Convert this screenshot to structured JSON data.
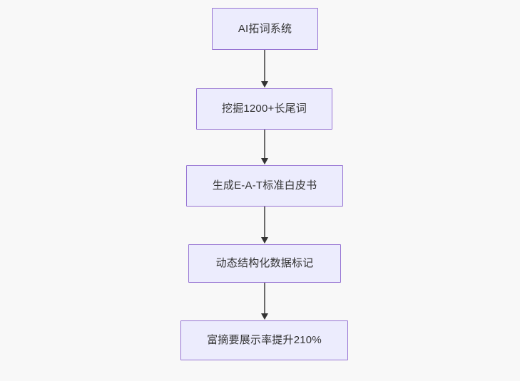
{
  "diagram": {
    "type": "flowchart",
    "direction": "top-to-bottom",
    "background_color": "#f8f8f8",
    "node_fill_color": "#ececfd",
    "node_border_color": "#9673d3",
    "node_text_color": "#333333",
    "edge_line_color": "#6b6b6b",
    "edge_arrow_color": "#333333",
    "nodes": [
      {
        "id": "n1",
        "label": "AI拓词系统"
      },
      {
        "id": "n2",
        "label": "挖掘1200+长尾词"
      },
      {
        "id": "n3",
        "label": "生成E-A-T标准白皮书"
      },
      {
        "id": "n4",
        "label": "动态结构化数据标记"
      },
      {
        "id": "n5",
        "label": "富摘要展示率提升210%"
      }
    ],
    "edges": [
      {
        "from": "n1",
        "to": "n2",
        "label": ""
      },
      {
        "from": "n2",
        "to": "n3",
        "label": ""
      },
      {
        "from": "n3",
        "to": "n4",
        "label": ""
      },
      {
        "from": "n4",
        "to": "n5",
        "label": ""
      }
    ]
  }
}
